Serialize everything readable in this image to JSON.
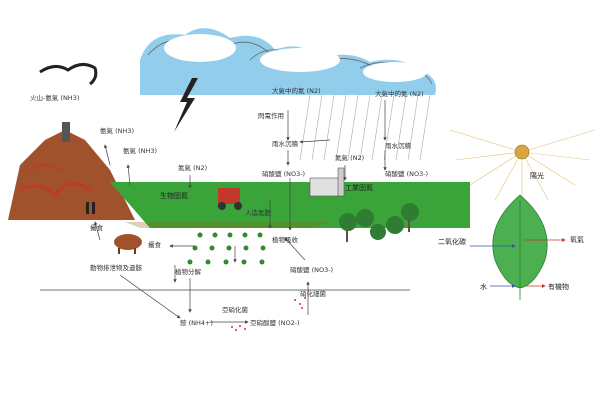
{
  "cycle": {
    "volcano_nh3": "火山-氨氣 (NH3)",
    "ammonia_1": "氨氣 (NH3)",
    "ammonia_2": "氨氣 (NH3)",
    "atm_n2_left": "大氣中的氮 (N2)",
    "atm_n2_right": "大氣中的氮 (N2)",
    "lightning": "閃電作用",
    "rain_left": "雨水沉積",
    "rain_right": "雨水沉積",
    "n2_left": "氮氣 (N2)",
    "n2_right": "氮氣 (N2)",
    "bio_fixation": "生物固氮",
    "industrial_fixation": "工業固氮",
    "nitrate_1": "硝酸鹽 (NO3-)",
    "nitrate_2": "硝酸鹽 (NO3-)",
    "nitrate_3": "硝酸鹽 (NO3-)",
    "fertilizer": "人造氮肥",
    "plant_uptake": "植物吸收",
    "plant_decomp": "植物分解",
    "animal_decomp": "動物排泄物及遺骸",
    "eating_1": "攝食",
    "eating_2": "攝食",
    "ammonium": "銨 (NH4+)",
    "nitrite": "亞硝酸鹽 (NO2-)",
    "nitrite_bacteria": "亞硝化菌",
    "nitrate_bacteria": "硝化細菌"
  },
  "photosynthesis": {
    "sunlight": "陽光",
    "co2": "二氧化碳",
    "oxygen": "氧氣",
    "water": "水",
    "organic": "有機物"
  },
  "colors": {
    "sky": "#7fc6e8",
    "cloud": "#ffffff",
    "grass": "#3aa43a",
    "mountain": "#a0522d",
    "lava": "#c0392b",
    "leaf": "#4caf50",
    "sun": "#d9a441"
  }
}
